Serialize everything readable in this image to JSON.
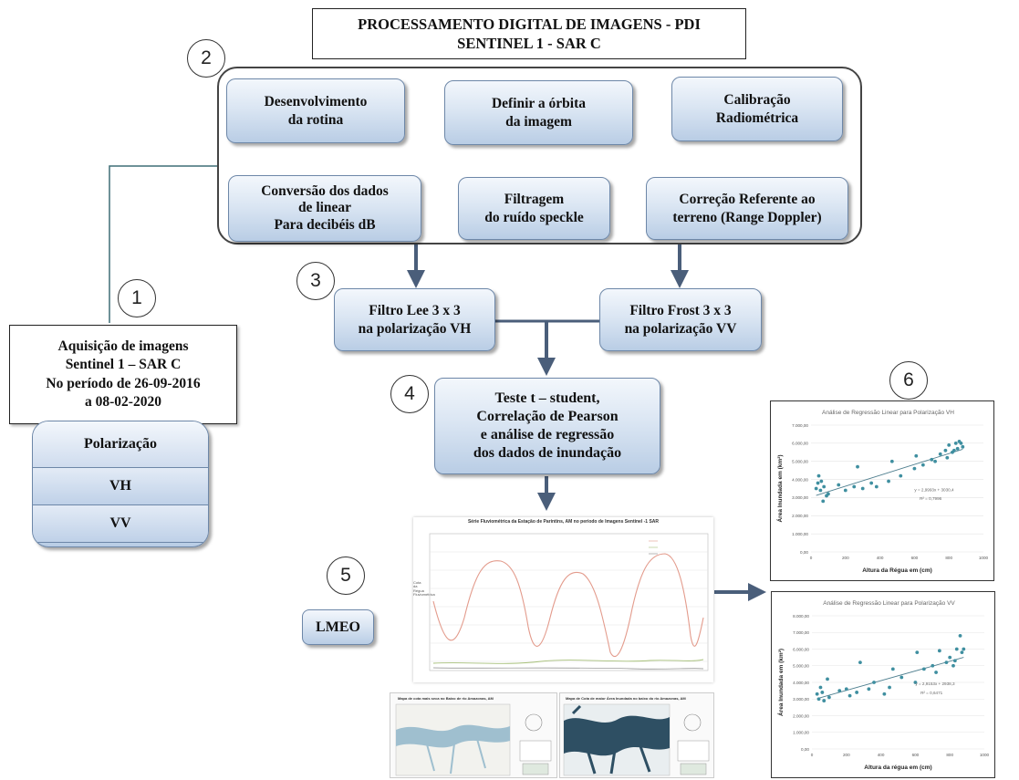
{
  "title": {
    "line1": "PROCESSAMENTO DIGITAL DE IMAGENS - PDI",
    "line2": "SENTINEL 1 - SAR C"
  },
  "steps": {
    "s1": "1",
    "s2": "2",
    "s3": "3",
    "s4": "4",
    "s5": "5",
    "s6": "6"
  },
  "process": {
    "b1": [
      "Desenvolvimento",
      "da rotina"
    ],
    "b2": [
      "Definir a órbita",
      "da imagem"
    ],
    "b3": [
      "Calibração",
      "Radiométrica"
    ],
    "b4": [
      "Correção Referente ao",
      "terreno (Range Doppler)"
    ],
    "b5": [
      "Filtragem",
      "do ruído speckle"
    ],
    "b6": [
      "Conversão dos dados",
      "de linear",
      "Para decibéis dB"
    ]
  },
  "filters": {
    "lee": [
      "Filtro Lee 3 x 3",
      "na polarização VH"
    ],
    "frost": [
      "Filtro Frost 3 x 3",
      "na polarização VV"
    ]
  },
  "analysis": [
    "Teste t – student,",
    "Correlação de Pearson",
    "e análise de regressão",
    "dos dados de inundação"
  ],
  "acquisition": [
    "Aquisição de imagens",
    "Sentinel 1 – SAR C",
    "No período  de  26-09-2016",
    "a 08-02-2020"
  ],
  "polarization": {
    "header": "Polarização",
    "items": [
      "VH",
      "VV"
    ]
  },
  "lmeo": "LMEO",
  "series_chart": {
    "title": "Série Fluviométrica da Estação de Parintins, AM no período de Imagens Sentinel -1 SAR",
    "ylabel": "Cota da Régua Fluviométrica"
  },
  "maps": {
    "left_title": "Mapa de cota mais seca no Baixo de rio Amazonas, AM",
    "right_title": "Mapa de Cota de maior Área Inundada no baixo do rio Amazonas, AM"
  },
  "chart_data": [
    {
      "type": "scatter",
      "title": "Análise de Regressão Linear para Polarização VH",
      "xlabel": "Altura da Régua em (cm)",
      "ylabel": "Área Inundada em (km²)",
      "xlim": [
        0,
        1000
      ],
      "ylim": [
        0,
        7000
      ],
      "xticks": [
        "0",
        "200",
        "400",
        "600",
        "800",
        "1000"
      ],
      "yticks": [
        "0,00",
        "1.000,00",
        "2.000,00",
        "3.000,00",
        "4.000,00",
        "5.000,00",
        "6.000,00",
        "7.000,00"
      ],
      "equation": "y = 2,9993x + 3030,4",
      "r2": "R² = 0,7996",
      "trend": {
        "slope": 2.9993,
        "intercept": 3030.4
      },
      "points": [
        [
          30,
          3500
        ],
        [
          40,
          3800
        ],
        [
          45,
          4200
        ],
        [
          55,
          3400
        ],
        [
          60,
          3900
        ],
        [
          70,
          2800
        ],
        [
          75,
          3600
        ],
        [
          90,
          3100
        ],
        [
          100,
          3200
        ],
        [
          160,
          3700
        ],
        [
          200,
          3400
        ],
        [
          250,
          3600
        ],
        [
          270,
          4700
        ],
        [
          300,
          3500
        ],
        [
          350,
          3800
        ],
        [
          380,
          3600
        ],
        [
          450,
          3900
        ],
        [
          470,
          5000
        ],
        [
          520,
          4200
        ],
        [
          600,
          4600
        ],
        [
          610,
          5300
        ],
        [
          650,
          4800
        ],
        [
          700,
          5100
        ],
        [
          720,
          5000
        ],
        [
          750,
          5400
        ],
        [
          780,
          5600
        ],
        [
          800,
          5900
        ],
        [
          820,
          5500
        ],
        [
          840,
          6000
        ],
        [
          850,
          5700
        ],
        [
          860,
          6100
        ],
        [
          870,
          6000
        ],
        [
          880,
          5800
        ],
        [
          830,
          5600
        ],
        [
          790,
          5200
        ]
      ]
    },
    {
      "type": "scatter",
      "title": "Análise de Regressão Linear para Polarização VV",
      "xlabel": "Altura da régua em (cm)",
      "ylabel": "Área Inundada em (km²)",
      "xlim": [
        0,
        1000
      ],
      "ylim": [
        0,
        8000
      ],
      "xticks": [
        "0",
        "200",
        "400",
        "600",
        "800",
        "1000"
      ],
      "yticks": [
        "0,00",
        "1.000,00",
        "2.000,00",
        "3.000,00",
        "4.000,00",
        "5.000,00",
        "6.000,00",
        "7.000,00",
        "8.000,00"
      ],
      "equation": "y = 2,9153x + 2938,3",
      "r2": "R² = 0,6471",
      "trend": {
        "slope": 2.9153,
        "intercept": 2938.3
      },
      "points": [
        [
          30,
          3300
        ],
        [
          40,
          3000
        ],
        [
          50,
          3700
        ],
        [
          60,
          3400
        ],
        [
          70,
          2900
        ],
        [
          90,
          4200
        ],
        [
          100,
          3100
        ],
        [
          160,
          3500
        ],
        [
          200,
          3600
        ],
        [
          220,
          3200
        ],
        [
          260,
          3400
        ],
        [
          280,
          5200
        ],
        [
          330,
          3600
        ],
        [
          360,
          4000
        ],
        [
          420,
          3300
        ],
        [
          450,
          3700
        ],
        [
          470,
          4800
        ],
        [
          520,
          4300
        ],
        [
          600,
          4000
        ],
        [
          610,
          5800
        ],
        [
          650,
          4800
        ],
        [
          700,
          5000
        ],
        [
          720,
          4600
        ],
        [
          740,
          5900
        ],
        [
          780,
          5200
        ],
        [
          800,
          5500
        ],
        [
          820,
          5000
        ],
        [
          840,
          6000
        ],
        [
          860,
          6800
        ],
        [
          870,
          5800
        ],
        [
          880,
          6000
        ],
        [
          830,
          5300
        ]
      ]
    }
  ]
}
